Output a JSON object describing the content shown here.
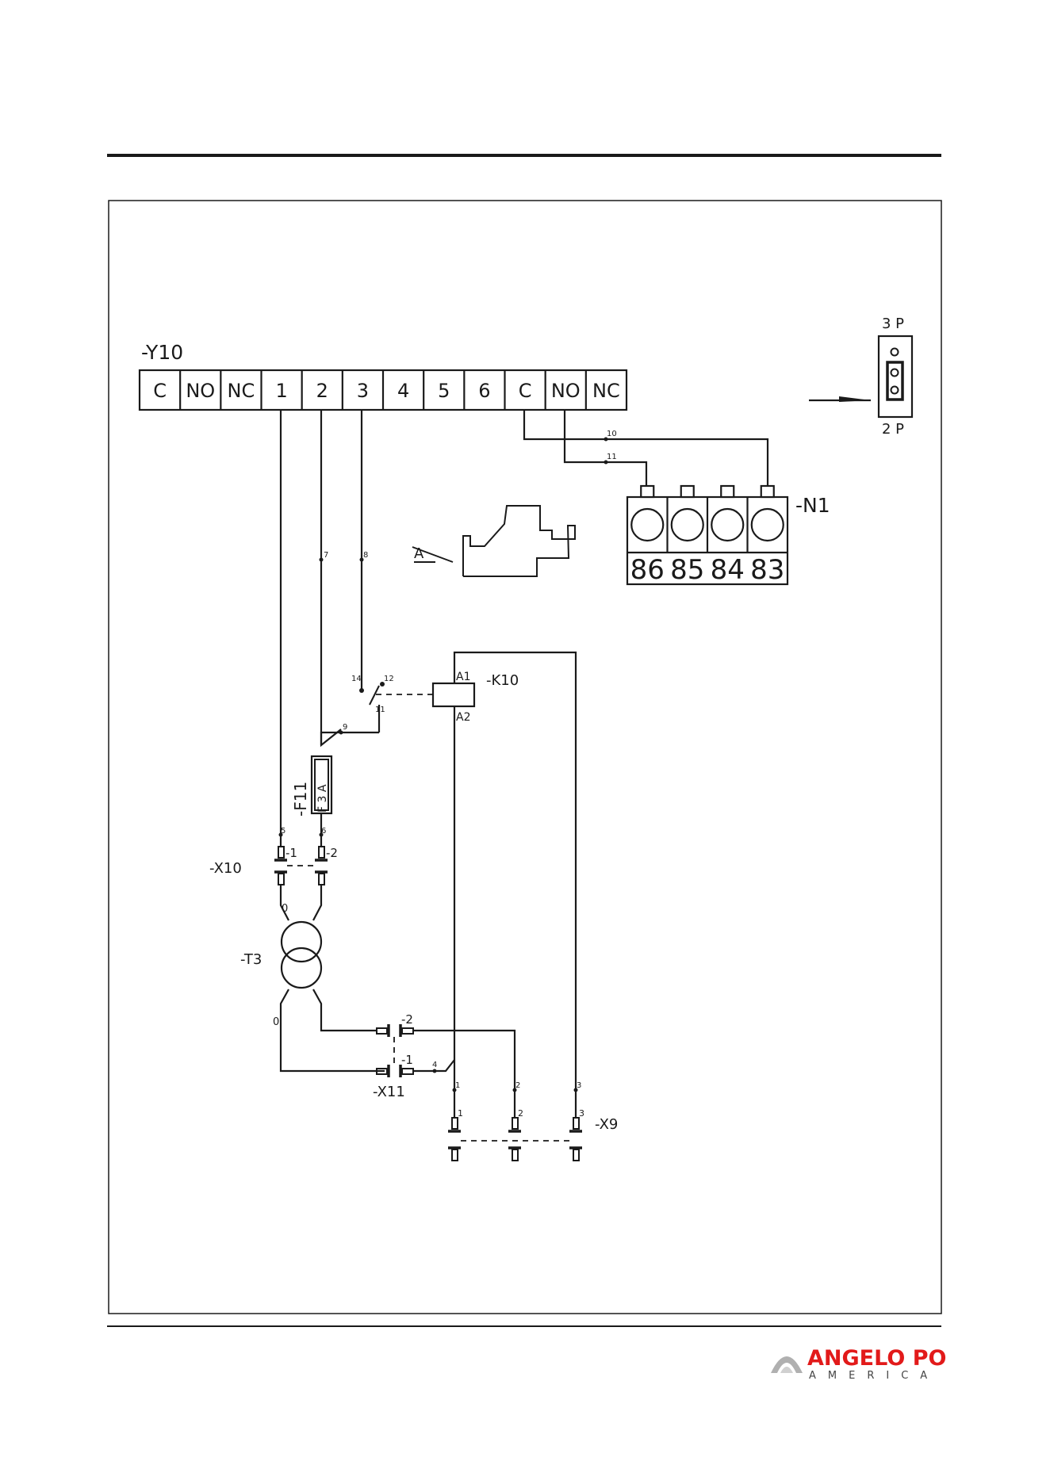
{
  "terminal_block_y10": {
    "name": "-Y10",
    "cells": [
      "C",
      "NO",
      "NC",
      "1",
      "2",
      "3",
      "4",
      "5",
      "6",
      "C",
      "NO",
      "NC"
    ]
  },
  "module_n1": {
    "name": "-N1",
    "terminals": [
      "86",
      "85",
      "84",
      "83"
    ]
  },
  "jumper": {
    "top_label": "3 P",
    "bottom_label": "2 P"
  },
  "detail": {
    "label": "A"
  },
  "relay_k10": {
    "name": "-K10",
    "coil_a1": "A1",
    "coil_a2": "A2",
    "contacts": {
      "c11": "11",
      "c12": "12",
      "c14": "14"
    }
  },
  "fuse_f11": {
    "name": "-F11",
    "rating": "F 3 A"
  },
  "connector_x10": {
    "name": "-X10",
    "pins": [
      "-1",
      "-2"
    ]
  },
  "transformer_t3": {
    "name": "-T3",
    "primary": "0",
    "secondary": "0"
  },
  "connector_x11": {
    "name": "-X11",
    "pins": [
      "-2",
      "-1"
    ]
  },
  "connector_x9": {
    "name": "-X9",
    "pins": [
      "1",
      "2",
      "3"
    ]
  },
  "wire_numbers": {
    "w1": "1",
    "w2": "2",
    "w3": "3",
    "w4": "4",
    "w5": "5",
    "w6": "6",
    "w7": "7",
    "w8": "8",
    "w9": "9",
    "w10": "10",
    "w11": "11"
  },
  "logo": {
    "brand": "ANGELO PO",
    "sub": "AMERICA",
    "brand_color": "#e21a1a"
  }
}
